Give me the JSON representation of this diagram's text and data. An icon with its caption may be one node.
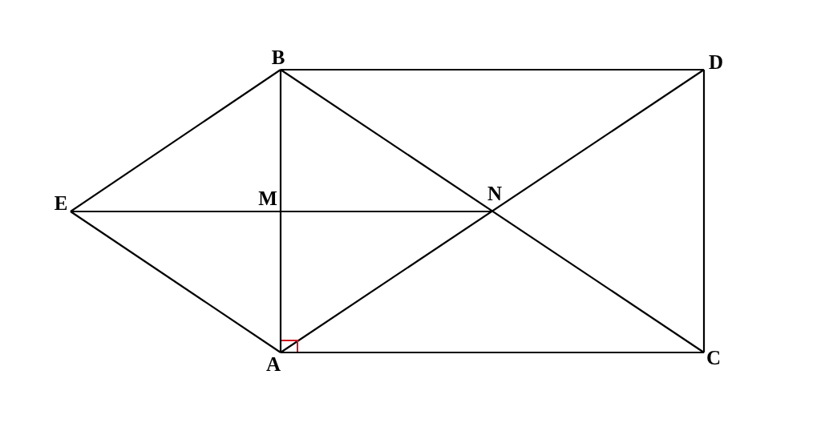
{
  "diagram": {
    "labels": [
      "B",
      "D",
      "E",
      "M",
      "N",
      "A",
      "C"
    ]
  }
}
